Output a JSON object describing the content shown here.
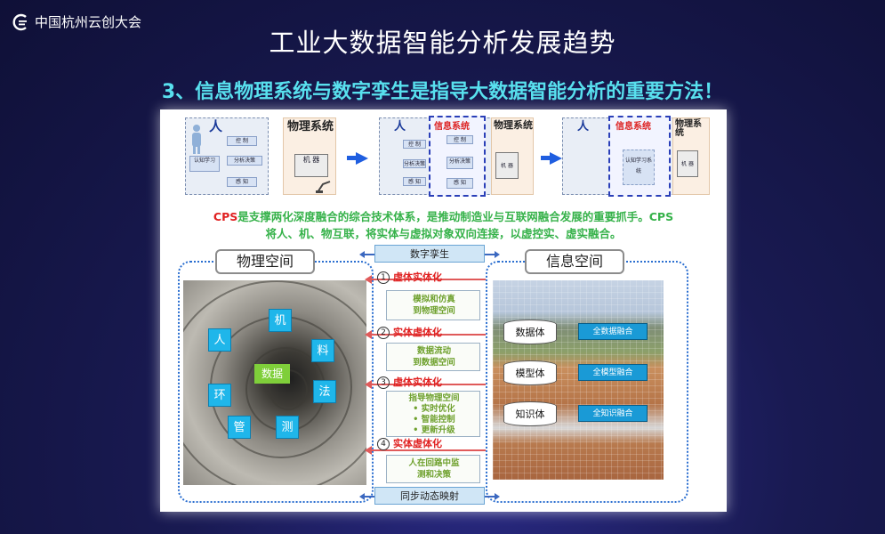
{
  "header": {
    "logo_text": "中国杭州云创大会",
    "title": "工业大数据智能分析发展趋势",
    "subtitle": "3、信息物理系统与数字孪生是指导大数据智能分析的重要方法！"
  },
  "cps_diagram": {
    "stage1": {
      "human": "人",
      "physical_system": "物理系统",
      "control": "控 制",
      "decision": "分析决策",
      "cognition": "认知学习",
      "perception": "感 知",
      "machine": "机 器"
    },
    "stage2": {
      "human": "人",
      "info_system": "信息系统",
      "physical_system": "物理系统",
      "control": "控 制",
      "decision": "分析决策",
      "perception": "感 知",
      "machine": "机 器"
    },
    "stage3": {
      "human": "人",
      "info_system": "信息系统",
      "physical_system": "物理系统",
      "cognition": "认知学习系统",
      "machine": "机 器"
    },
    "arrow_color": "#1f5ee0"
  },
  "cps_text": {
    "line1_prefix": "CPS",
    "line1_rest": "是支撑两化深度融合的综合技术体系，是推动制造业与互联网融合发展的重要抓手。CPS",
    "line2": "将人、机、物互联，将实体与虚拟对象双向连接，以虚控实、虚实融合。"
  },
  "physical_space": {
    "title": "物理空间",
    "tags": [
      "人",
      "机",
      "料",
      "环",
      "数据",
      "法",
      "管",
      "测"
    ]
  },
  "info_space": {
    "title": "信息空间",
    "bodies": [
      "数据体",
      "模型体",
      "知识体"
    ],
    "fusions": [
      "全数据融合",
      "全模型融合",
      "全知识融合"
    ]
  },
  "digital_twin": {
    "top_label": "数字孪生",
    "bottom_label": "同步动态映射",
    "steps": [
      {
        "num": "1",
        "label": "虚体实体化"
      },
      {
        "num": "2",
        "label": "实体虚体化"
      },
      {
        "num": "3",
        "label": "虚体实体化"
      },
      {
        "num": "4",
        "label": "实体虚体化"
      }
    ],
    "boxes": [
      [
        "模拟和仿真",
        "到物理空间"
      ],
      [
        "数据流动",
        "到数据空间"
      ],
      [
        "指导物理空间",
        "•  实时优化",
        "•  智能控制",
        "•  更新升级"
      ],
      [
        "人在回路中监",
        "测和决策"
      ]
    ]
  },
  "colors": {
    "accent_cyan": "#58e0ee",
    "red": "#e02020",
    "green": "#36b24a",
    "tag_blue": "#1fb6ea"
  }
}
